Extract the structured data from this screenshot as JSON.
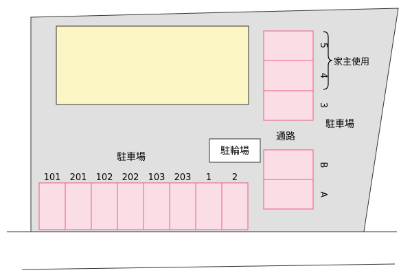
{
  "colors": {
    "lot_fill": "#e0e0e0",
    "building_fill": "#fbf6c4",
    "space_fill": "#fbdde6",
    "space_stroke": "#e85d7d",
    "line": "#333333"
  },
  "labels": {
    "bicycle_parking": "駐輪場",
    "parking_bottom": "駐車場",
    "parking_right": "駐車場",
    "passage": "通路",
    "owner_use": "家主使用"
  },
  "bottom_spaces": [
    "101",
    "201",
    "102",
    "202",
    "103",
    "203",
    "1",
    "2"
  ],
  "right_spaces_top": [
    "5",
    "4",
    "3"
  ],
  "right_spaces_bottom": [
    "B",
    "A"
  ]
}
